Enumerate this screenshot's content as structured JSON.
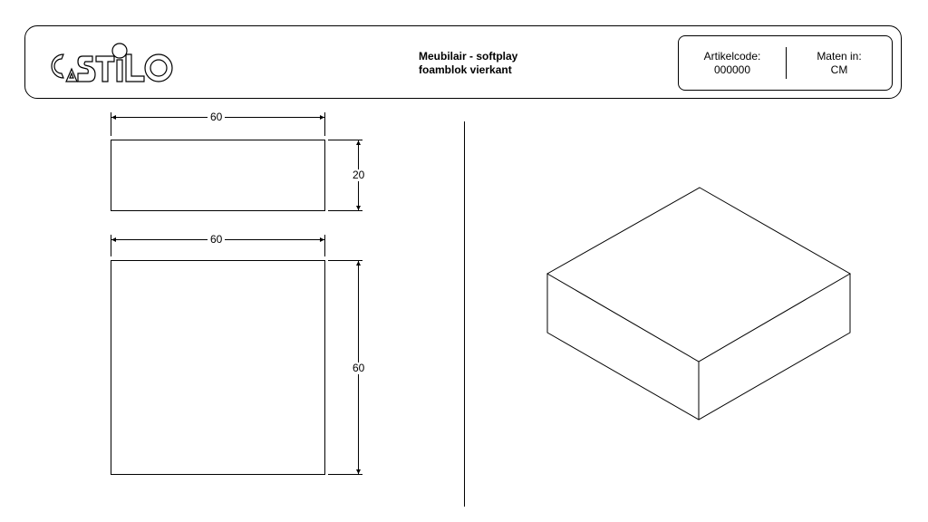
{
  "header": {
    "brand": "CASTILO",
    "title_line1": "Meubilair - softplay",
    "title_line2": "foamblok vierkant",
    "article_code_label": "Artikelcode:",
    "article_code_value": "000000",
    "units_label": "Maten in:",
    "units_value": "CM"
  },
  "views": {
    "side_view": {
      "width_label": "60",
      "height_label": "20"
    },
    "top_view": {
      "width_label": "60",
      "depth_label": "60"
    },
    "isometric_view": {
      "shape": "box",
      "description": "isometric foam block"
    }
  },
  "colors": {
    "line": "#000000",
    "background": "#ffffff"
  }
}
